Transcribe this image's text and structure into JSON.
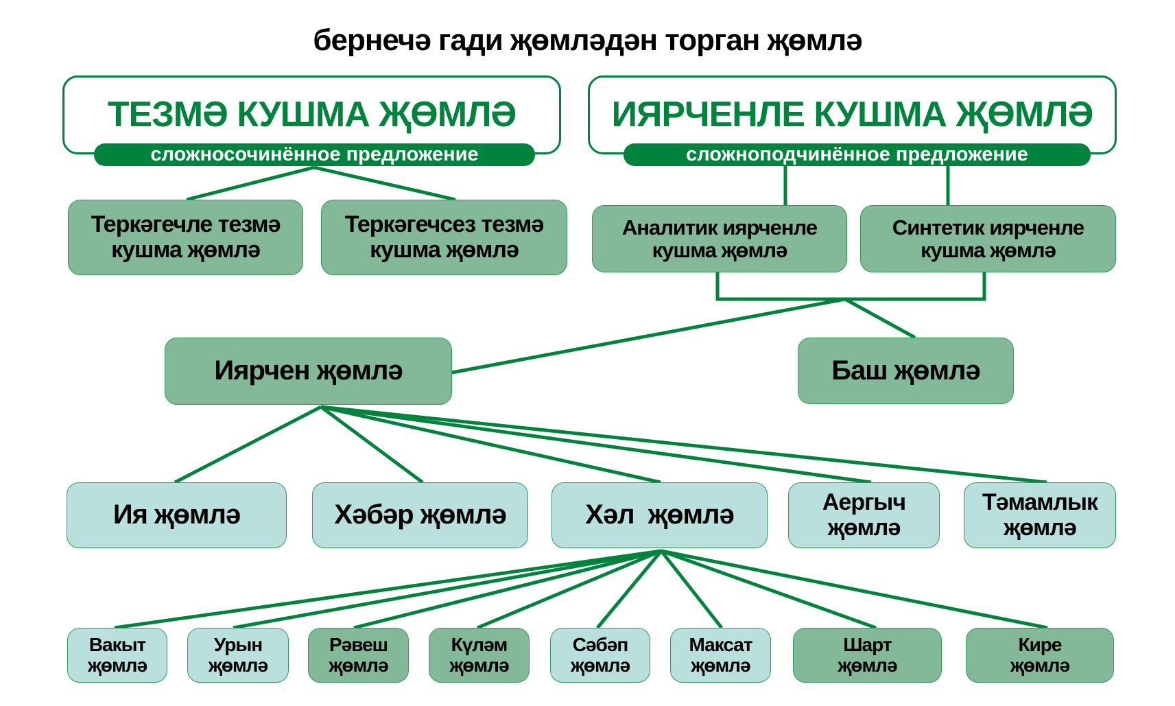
{
  "title": "бернечә гади җөмләдән торган җөмлә",
  "left_group": {
    "heading": "ТЕЗМӘ КУШМА ҖӨМЛӘ",
    "subtitle": "сложносочинённое предложение",
    "children": [
      "Теркәгечле тезмә кушма җөмлә",
      "Теркәгечсез тезмә кушма җөмлә"
    ]
  },
  "right_group": {
    "heading": "ИЯРЧЕНЛЕ КУШМА ҖӨМЛӘ",
    "subtitle": "сложноподчинённое предложение",
    "children": [
      "Аналитик иярченле кушма җөмлә",
      "Синтетик иярченле кушма җөмлә"
    ]
  },
  "parts": {
    "subordinate": "Иярчен җөмлә",
    "main": "Баш җөмлә"
  },
  "subordinate_types": [
    "Ия җөмлә",
    "Хәбәр җөмлә",
    "Хәл  җөмлә",
    "Аергыч җөмлә",
    "Тәмамлык җөмлә"
  ],
  "adverbial_types": [
    "Вакыт җөмлә",
    "Урын җөмлә",
    "Рәвеш җөмлә",
    "Күләм җөмлә",
    "Сәбәп җөмлә",
    "Максат җөмлә",
    "Шарт җөмлә",
    "Кире җөмлә"
  ],
  "colors": {
    "line": "#00843d",
    "dark_fill": "#83b998",
    "light_fill": "#b9e0dc"
  }
}
